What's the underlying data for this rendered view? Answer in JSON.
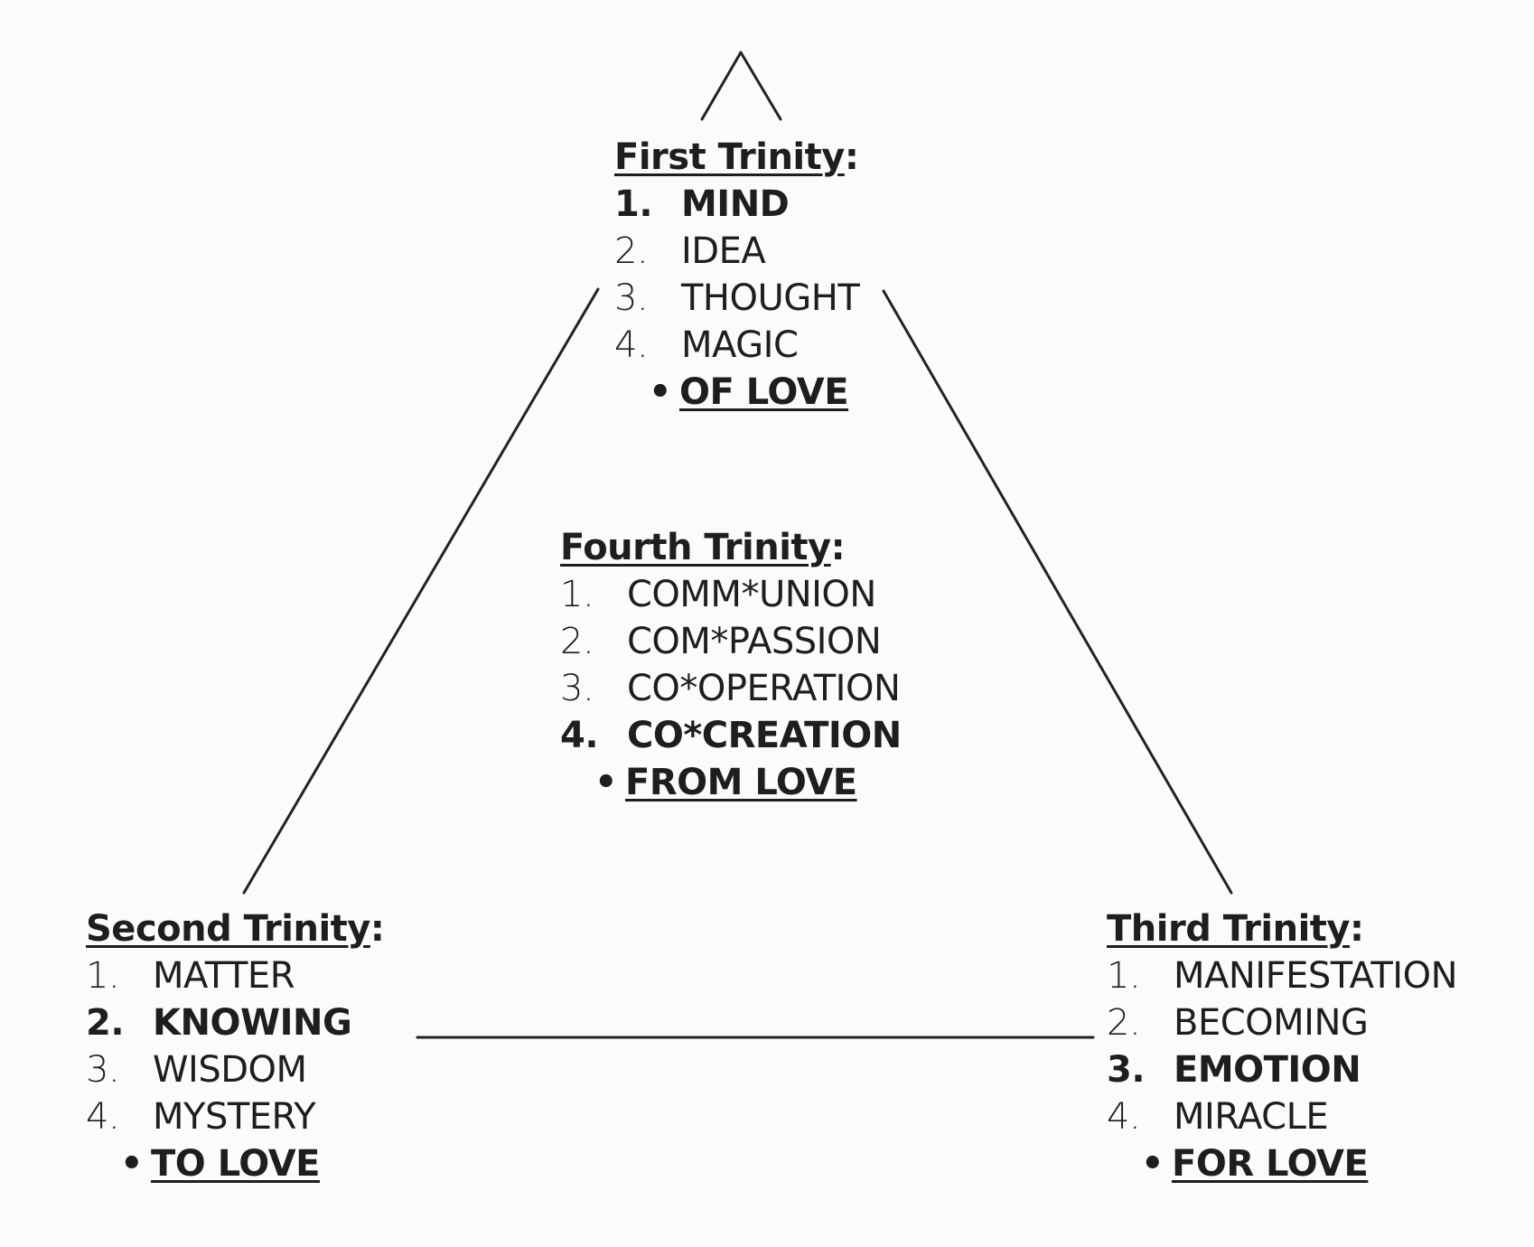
{
  "trinities": {
    "first": {
      "title": "First Trinity",
      "colon": ":",
      "items": [
        {
          "num": "1.",
          "label": "MIND",
          "bold": true
        },
        {
          "num": "2.",
          "label": "IDEA",
          "bold": false
        },
        {
          "num": "3.",
          "label": "THOUGHT",
          "bold": false
        },
        {
          "num": "4.",
          "label": "MAGIC",
          "bold": false
        }
      ],
      "bullet": "•",
      "love": "OF LOVE"
    },
    "fourth": {
      "title": "Fourth Trinity",
      "colon": ":",
      "items": [
        {
          "num": "1.",
          "label": "COMM*UNION",
          "bold": false
        },
        {
          "num": "2.",
          "label": "COM*PASSION",
          "bold": false
        },
        {
          "num": "3.",
          "label": "CO*OPERATION",
          "bold": false
        },
        {
          "num": "4.",
          "label": "CO*CREATION",
          "bold": true
        }
      ],
      "bullet": "•",
      "love": "FROM LOVE"
    },
    "second": {
      "title": "Second Trinity",
      "colon": ":",
      "items": [
        {
          "num": "1.",
          "label": "MATTER",
          "bold": false
        },
        {
          "num": "2.",
          "label": "KNOWING",
          "bold": true
        },
        {
          "num": "3.",
          "label": "WISDOM",
          "bold": false
        },
        {
          "num": "4.",
          "label": "MYSTERY",
          "bold": false
        }
      ],
      "bullet": "•",
      "love": "TO LOVE"
    },
    "third": {
      "title": "Third Trinity",
      "colon": ":",
      "items": [
        {
          "num": "1.",
          "label": "MANIFESTATION",
          "bold": false
        },
        {
          "num": "2.",
          "label": "BECOMING",
          "bold": false
        },
        {
          "num": "3.",
          "label": "EMOTION",
          "bold": true
        },
        {
          "num": "4.",
          "label": "MIRACLE",
          "bold": false
        }
      ],
      "bullet": "•",
      "love": "FOR LOVE"
    }
  },
  "colors": {
    "ink": "#1e1e1e",
    "paper": "#fbfbf9",
    "line": "#222222"
  }
}
